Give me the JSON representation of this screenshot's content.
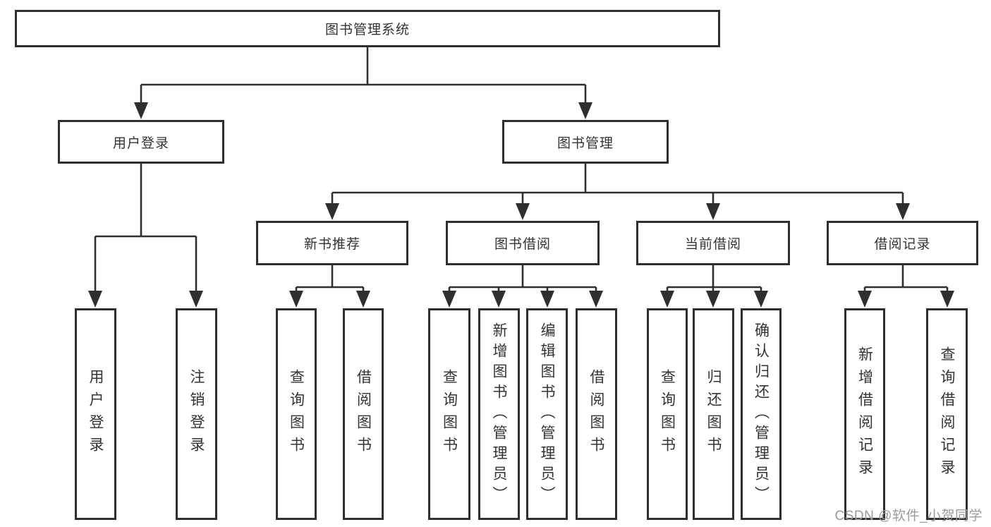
{
  "diagram": {
    "root": "图书管理系统",
    "level2": [
      "用户登录",
      "图书管理"
    ],
    "level3": [
      "新书推荐",
      "图书借阅",
      "当前借阅",
      "借阅记录"
    ],
    "leaves": {
      "login": [
        "用户登录",
        "注销登录"
      ],
      "newbook": [
        "查询图书",
        "借阅图书"
      ],
      "borrow": [
        "查询图书",
        "新增图书（管理员）",
        "编辑图书（管理员）",
        "借阅图书"
      ],
      "current": [
        "查询图书",
        "归还图书",
        "确认归还（管理员）"
      ],
      "records": [
        "新增借阅记录",
        "查询借阅记录"
      ]
    }
  },
  "watermark": {
    "text": "CSDN @软件_小贺同学",
    "color": "#9b9b9b"
  },
  "colors": {
    "line": "#2f2f2f",
    "box_border": "#2f2f2f",
    "box_fill": "#ffffff",
    "text": "#333333",
    "background": "#ffffff"
  }
}
